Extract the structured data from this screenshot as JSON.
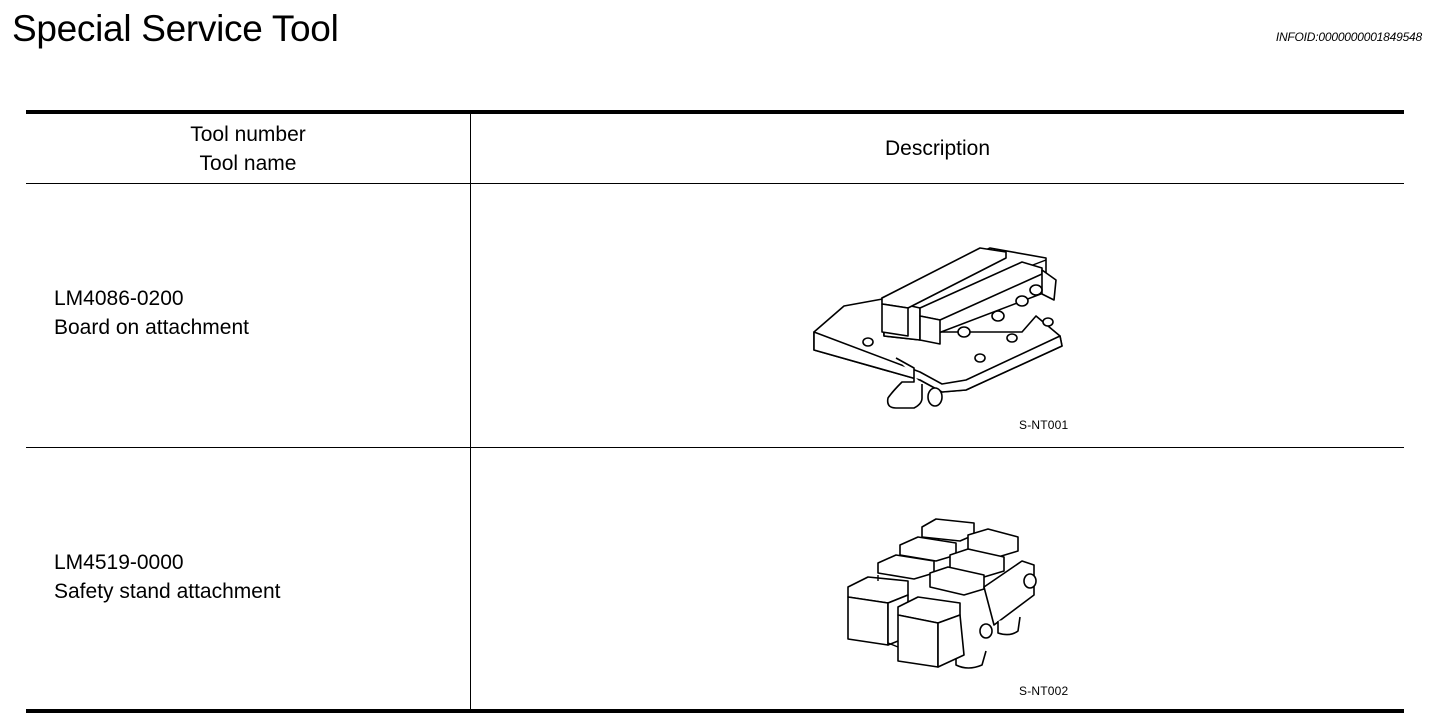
{
  "header": {
    "title": "Special Service Tool",
    "info_id": "INFOID:0000000001849548"
  },
  "table": {
    "columns": {
      "tool_number": "Tool number",
      "tool_name": "Tool name",
      "description": "Description"
    },
    "rows": [
      {
        "tool_number": "LM4086-0200",
        "tool_name": "Board on attachment",
        "figure_code": "S-NT001",
        "figure_icon": "board-on-attachment-illustration"
      },
      {
        "tool_number": "LM4519-0000",
        "tool_name": "Safety stand attachment",
        "figure_code": "S-NT002",
        "figure_icon": "safety-stand-attachment-illustration"
      }
    ]
  }
}
